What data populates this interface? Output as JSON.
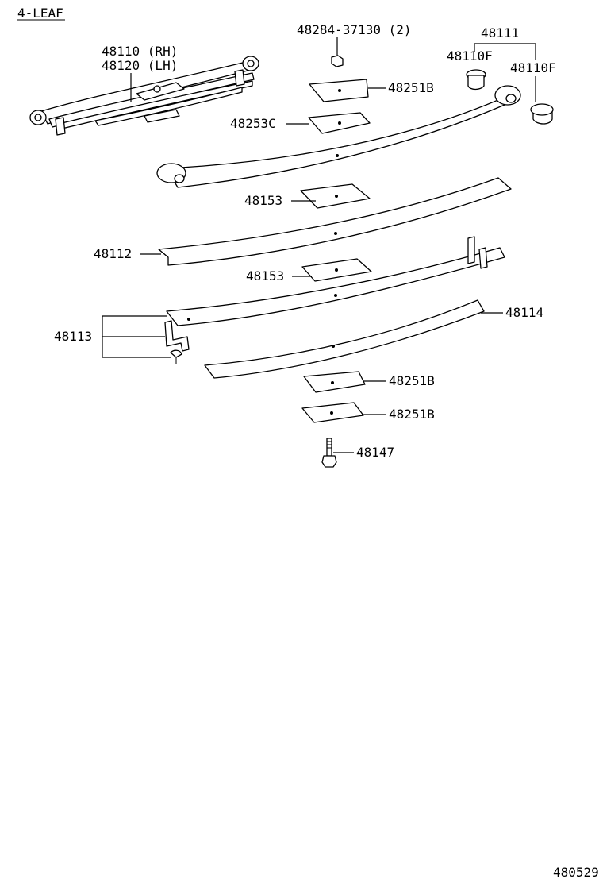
{
  "diagram": {
    "header": "4-LEAF",
    "figure_code": "480529",
    "labels": {
      "spring_rh": "48110 (RH)",
      "spring_lh": "48120 (LH)",
      "nut": "48284-37130 (2)",
      "bushing_assy": "48111",
      "bushing_left": "48110F",
      "bushing_right": "48110F",
      "plate_top": "48251B",
      "plate_c": "48253C",
      "insert_1": "48153",
      "leaf_2": "48112",
      "insert_2": "48153",
      "leaf_3": "48113",
      "leaf_4": "48114",
      "plate_lower_1": "48251B",
      "plate_lower_2": "48251B",
      "center_bolt": "48147"
    }
  }
}
